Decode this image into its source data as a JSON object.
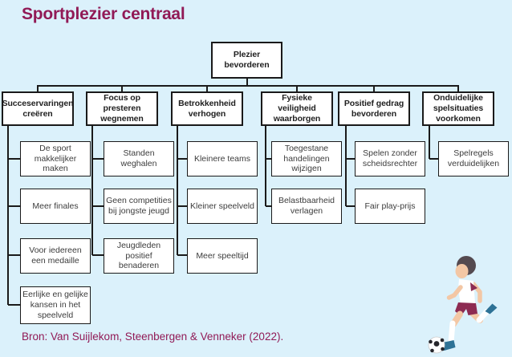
{
  "title": "Sportplezier centraal",
  "source": "Bron: Van Suijlekom, Steenbergen & Venneker (2022).",
  "colors": {
    "background": "#dbf1fb",
    "accent": "#911a56",
    "line": "#1a1a1a",
    "node_text": "#1f1f1f",
    "leaf_text": "#3c3c3c",
    "kit_maroon": "#8d2b52",
    "shoe_teal": "#2d7296",
    "skin": "#f3c7a5",
    "hair": "#544a50"
  },
  "tree": {
    "root": "Plezier bevorderen",
    "columns": [
      {
        "label": "Succeservaringen creëren",
        "children": [
          "De sport makkelijker maken",
          "Meer finales",
          "Voor iedereen een medaille",
          "Eerlijke en gelijke kansen in het speelveld"
        ]
      },
      {
        "label": "Focus op presteren wegnemen",
        "children": [
          "Standen weghalen",
          "Geen competities bij jongste jeugd",
          "Jeugdleden positief benaderen"
        ]
      },
      {
        "label": "Betrokkenheid verhogen",
        "children": [
          "Kleinere teams",
          "Kleiner speelveld",
          "Meer speeltijd"
        ]
      },
      {
        "label": "Fysieke veiligheid waarborgen",
        "children": [
          "Toegestane handelingen wijzigen",
          "Belastbaarheid verlagen"
        ]
      },
      {
        "label": "Positief gedrag bevorderen",
        "children": [
          "Spelen zonder scheidsrechter",
          "Fair play-prijs"
        ]
      },
      {
        "label": "Onduidelijke spelsituaties voorkomen",
        "children": [
          "Spelregels verduidelijken"
        ]
      }
    ]
  },
  "illustration": "soccer-player-with-ball"
}
